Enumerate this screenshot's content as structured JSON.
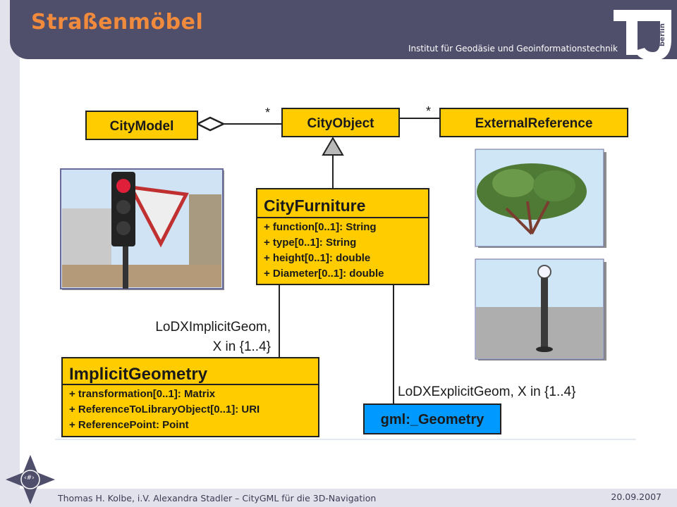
{
  "slide": {
    "title": "Straßenmöbel",
    "institute": "Institut für Geodäsie und Geoinformationstechnik",
    "logo_text": "berlin",
    "footer": "Thomas H. Kolbe, i.V. Alexandra Stadler – CityGML für die 3D-Navigation",
    "date": "20.09.2007",
    "page_marker": "‹#›"
  },
  "colors": {
    "header_bg": "#4f4e6b",
    "title": "#f08a3c",
    "uml_fill": "#ffcc00",
    "geometry_fill": "#0099ff"
  },
  "diagram": {
    "city_model": "CityModel",
    "city_object": "CityObject",
    "external_reference": "ExternalReference",
    "multiplicity_left": "*",
    "multiplicity_right": "*",
    "city_furniture": {
      "name": "CityFurniture",
      "attributes": [
        "+ function[0..1]: String",
        "+ type[0..1]: String",
        "+ height[0..1]: double",
        "+ Diameter[0..1]: double"
      ]
    },
    "implicit_geometry": {
      "name": "ImplicitGeometry",
      "attributes": [
        "+ transformation[0..1]: Matrix",
        "+ ReferenceToLibraryObject[0..1]: URI",
        "+ ReferencePoint: Point"
      ]
    },
    "gml_geometry": "gml:_Geometry",
    "implicit_label_1": "LoDXImplicitGeom,",
    "implicit_label_2": "X in {1..4}",
    "explicit_label": "LoDXExplicitGeom, X in {1..4}"
  }
}
